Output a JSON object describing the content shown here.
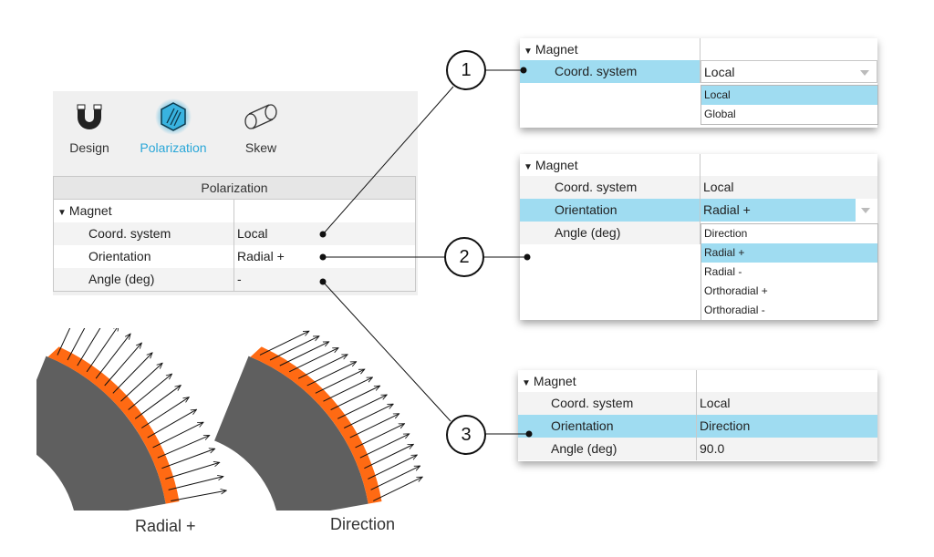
{
  "toolbar": {
    "items": [
      {
        "label": "Design",
        "icon": "magnet-icon",
        "active": false
      },
      {
        "label": "Polarization",
        "icon": "polarization-icon",
        "active": true
      },
      {
        "label": "Skew",
        "icon": "skew-cylinder-icon",
        "active": false
      }
    ]
  },
  "grid": {
    "title": "Polarization",
    "group": "Magnet",
    "rows": [
      {
        "name": "Coord. system",
        "value": "Local"
      },
      {
        "name": "Orientation",
        "value": "Radial +"
      },
      {
        "name": "Angle (deg)",
        "value": "-"
      }
    ]
  },
  "callout1": {
    "number": "1",
    "group": "Magnet",
    "row_name": "Coord. system",
    "row_value": "Local",
    "options": [
      "Local",
      "Global"
    ],
    "selected_option": "Local"
  },
  "callout2": {
    "number": "2",
    "group": "Magnet",
    "rows": [
      {
        "name": "Coord. system",
        "value": "Local"
      },
      {
        "name": "Orientation",
        "value": "Radial +"
      },
      {
        "name": "Angle (deg)",
        "value": ""
      }
    ],
    "options": [
      "Direction",
      "Radial +",
      "Radial -",
      "Orthoradial +",
      "Orthoradial -"
    ],
    "selected_option": "Radial +"
  },
  "callout3": {
    "number": "3",
    "group": "Magnet",
    "rows": [
      {
        "name": "Coord. system",
        "value": "Local"
      },
      {
        "name": "Orientation",
        "value": "Direction"
      },
      {
        "name": "Angle (deg)",
        "value": "90.0"
      }
    ]
  },
  "illustrations": {
    "radial_caption": "Radial +",
    "direction_caption": "Direction"
  },
  "colors": {
    "accent": "#2aa7d8",
    "selection": "#9fdcf1",
    "magnet": "#ff6a13",
    "core": "#5f5f5f"
  }
}
